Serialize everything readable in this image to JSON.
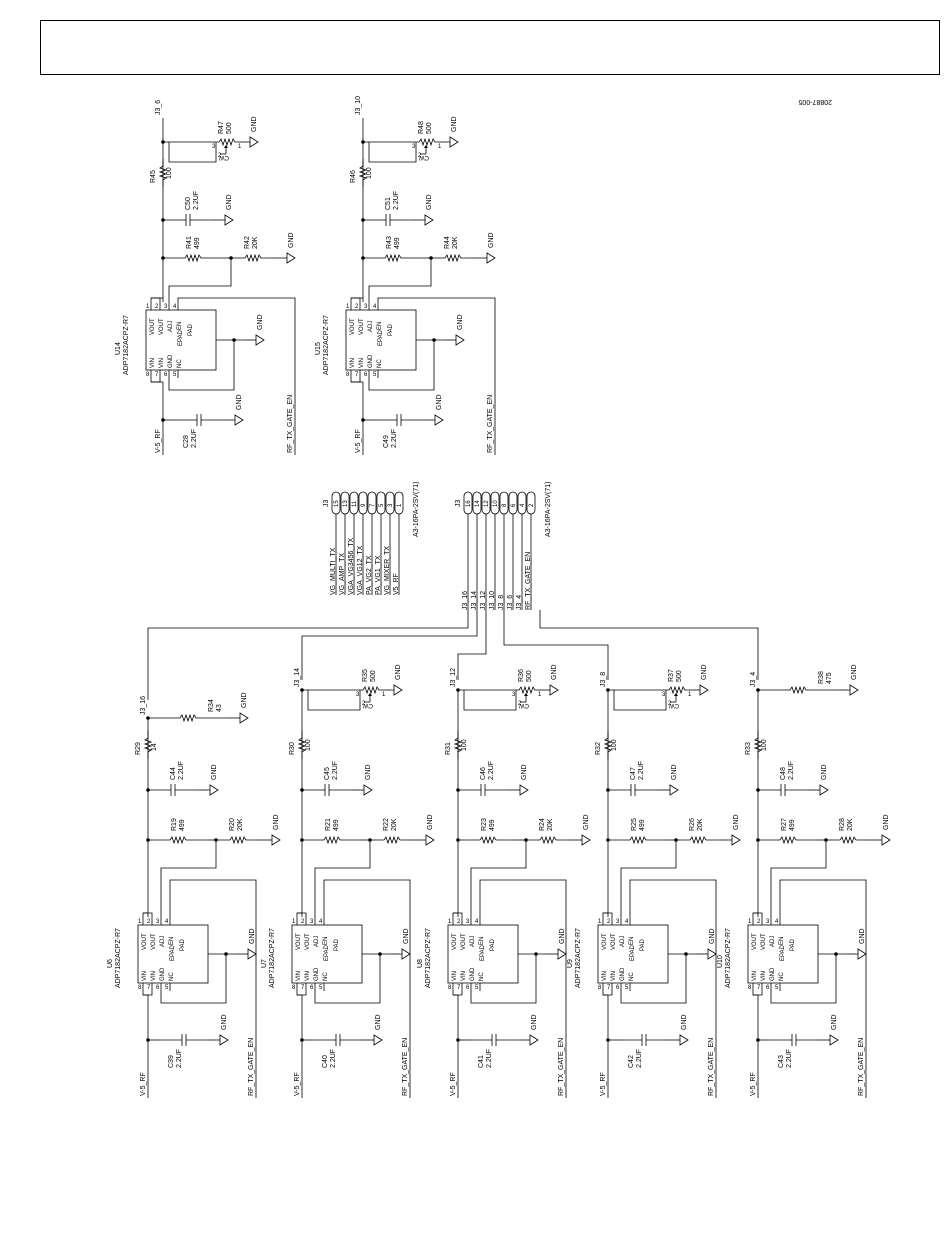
{
  "figure_code": "20887-005",
  "labels": {
    "gnd": "GND",
    "cw": "CW",
    "v5rf": "V-5_RF",
    "gate": "RF_TX_GATE_EN",
    "v5rf_j3": "V5_RF"
  },
  "ic": {
    "part": "ADP7182ACPZ-R7",
    "pins": [
      "VOUT",
      "VOUT",
      "ADJ",
      "EN",
      "PAD",
      "EPAD",
      "VIN",
      "VIN",
      "GND",
      "NC"
    ],
    "pin_numbers": [
      "1",
      "2",
      "3",
      "4",
      "8",
      "7",
      "6",
      "5"
    ]
  },
  "top_ldos": [
    {
      "u": "U14",
      "net": "J3_6",
      "r_top": "R47",
      "r_top_val": "500",
      "r_ser": "R45",
      "r_ser_val": "100",
      "c_out": "C50",
      "c_val": "2.2UF",
      "r_adj": "R41",
      "r_adj_val": "499",
      "r_en": "R42",
      "r_en_val": "20K",
      "c_in": "C28",
      "c_in_val": "2.2UF",
      "pot_pins": [
        "3",
        "2",
        "1"
      ]
    },
    {
      "u": "U15",
      "net": "J3_10",
      "r_top": "R48",
      "r_top_val": "500",
      "r_ser": "R46",
      "r_ser_val": "100",
      "c_out": "C51",
      "c_val": "2.2UF",
      "r_adj": "R43",
      "r_adj_val": "499",
      "r_en": "R44",
      "r_en_val": "20K",
      "c_in": "C49",
      "c_in_val": "2.2UF",
      "pot_pins": [
        "3",
        "2",
        "1"
      ]
    }
  ],
  "connectors": [
    {
      "ref": "J3",
      "part": "A3-16PA-2SV(71)",
      "pins": [
        "15",
        "13",
        "11",
        "9",
        "7",
        "5",
        "3",
        "1"
      ],
      "nets": [
        "VG_MULTI_TX",
        "VG_AMP_TX",
        "VGA_VG3456_TX",
        "VGA_VG12_TX",
        "PA_VG2_TX",
        "PA_VG1_TX",
        "VG_MIXER_TX",
        "V5_RF"
      ]
    },
    {
      "ref": "J3",
      "part": "A3-16PA-2SV(71)",
      "pins": [
        "16",
        "14",
        "12",
        "10",
        "8",
        "6",
        "4",
        "2"
      ],
      "nets": [
        "J3_16",
        "J3_14",
        "J3_12",
        "J3_10",
        "J3_8",
        "J3_6",
        "J3_4",
        "RF_TX_GATE_EN"
      ]
    }
  ],
  "bottom_ldos": [
    {
      "u": "U6",
      "net": "J3_16",
      "r_top": "R34",
      "r_top_val": "43",
      "pot": false,
      "r_ser": "R29",
      "r_ser_val": "14",
      "c_out": "C44",
      "c_val": "2.2UF",
      "r_adj": "R19",
      "r_adj_val": "499",
      "r_en": "R20",
      "r_en_val": "20K",
      "c_in": "C39",
      "c_in_val": "2.2UF"
    },
    {
      "u": "U7",
      "net": "J3_14",
      "r_top": "R35",
      "r_top_val": "500",
      "pot": true,
      "r_ser": "R30",
      "r_ser_val": "100",
      "c_out": "C45",
      "c_val": "2.2UF",
      "r_adj": "R21",
      "r_adj_val": "499",
      "r_en": "R22",
      "r_en_val": "20K",
      "c_in": "C40",
      "c_in_val": "2.2UF"
    },
    {
      "u": "U8",
      "net": "J3_12",
      "r_top": "R36",
      "r_top_val": "500",
      "pot": true,
      "r_ser": "R31",
      "r_ser_val": "100",
      "c_out": "C46",
      "c_val": "2.2UF",
      "r_adj": "R23",
      "r_adj_val": "499",
      "r_en": "R24",
      "r_en_val": "20K",
      "c_in": "C41",
      "c_in_val": "2.2UF"
    },
    {
      "u": "U9",
      "net": "J3_8",
      "r_top": "R37",
      "r_top_val": "500",
      "pot": true,
      "r_ser": "R32",
      "r_ser_val": "100",
      "c_out": "C47",
      "c_val": "2.2UF",
      "r_adj": "R25",
      "r_adj_val": "499",
      "r_en": "R26",
      "r_en_val": "20K",
      "c_in": "C42",
      "c_in_val": "2.2UF"
    },
    {
      "u": "U10",
      "net": "J3_4",
      "r_top": "R38",
      "r_top_val": "475",
      "pot": false,
      "r_ser": "R33",
      "r_ser_val": "100",
      "c_out": "C48",
      "c_val": "2.2UF",
      "r_adj": "R27",
      "r_adj_val": "499",
      "r_en": "R28",
      "r_en_val": "20K",
      "c_in": "C43",
      "c_in_val": "2.2UF"
    }
  ]
}
